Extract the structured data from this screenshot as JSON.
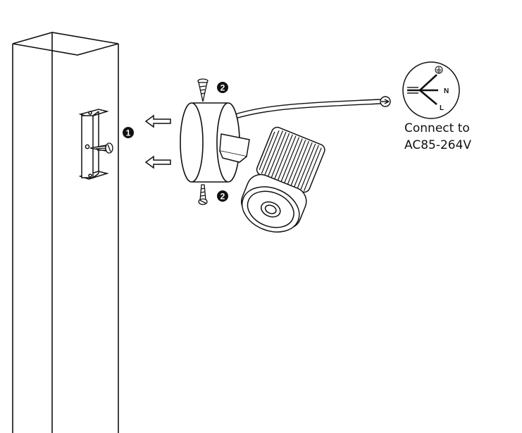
{
  "steps": {
    "bracket_step": "1",
    "screw_step_top": "2",
    "screw_step_bottom": "2"
  },
  "wiring": {
    "neutral_label": "N",
    "live_label": "L",
    "ground_icon": "earth-ground-icon"
  },
  "caption": {
    "line1": "Connect to",
    "line2": "AC85-264V"
  },
  "colors": {
    "stroke": "#111111",
    "background": "#ffffff"
  }
}
